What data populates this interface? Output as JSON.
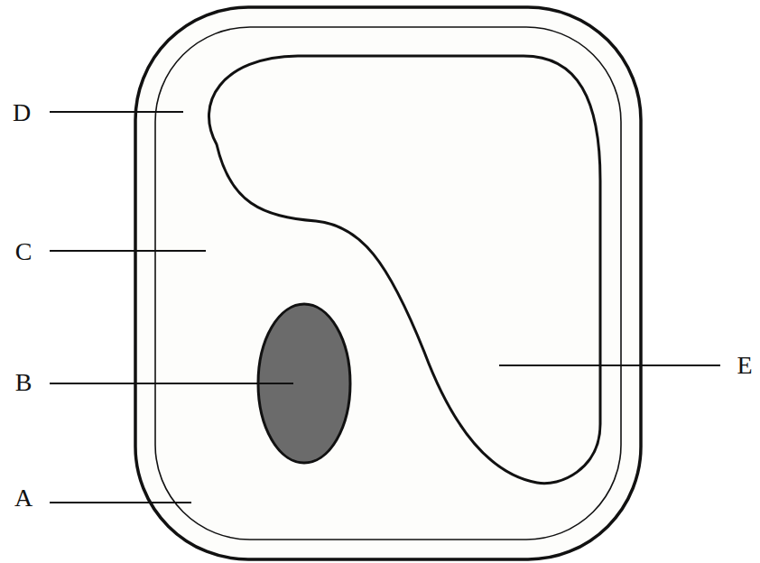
{
  "diagram": {
    "labels": [
      "D",
      "C",
      "B",
      "A",
      "E"
    ]
  }
}
